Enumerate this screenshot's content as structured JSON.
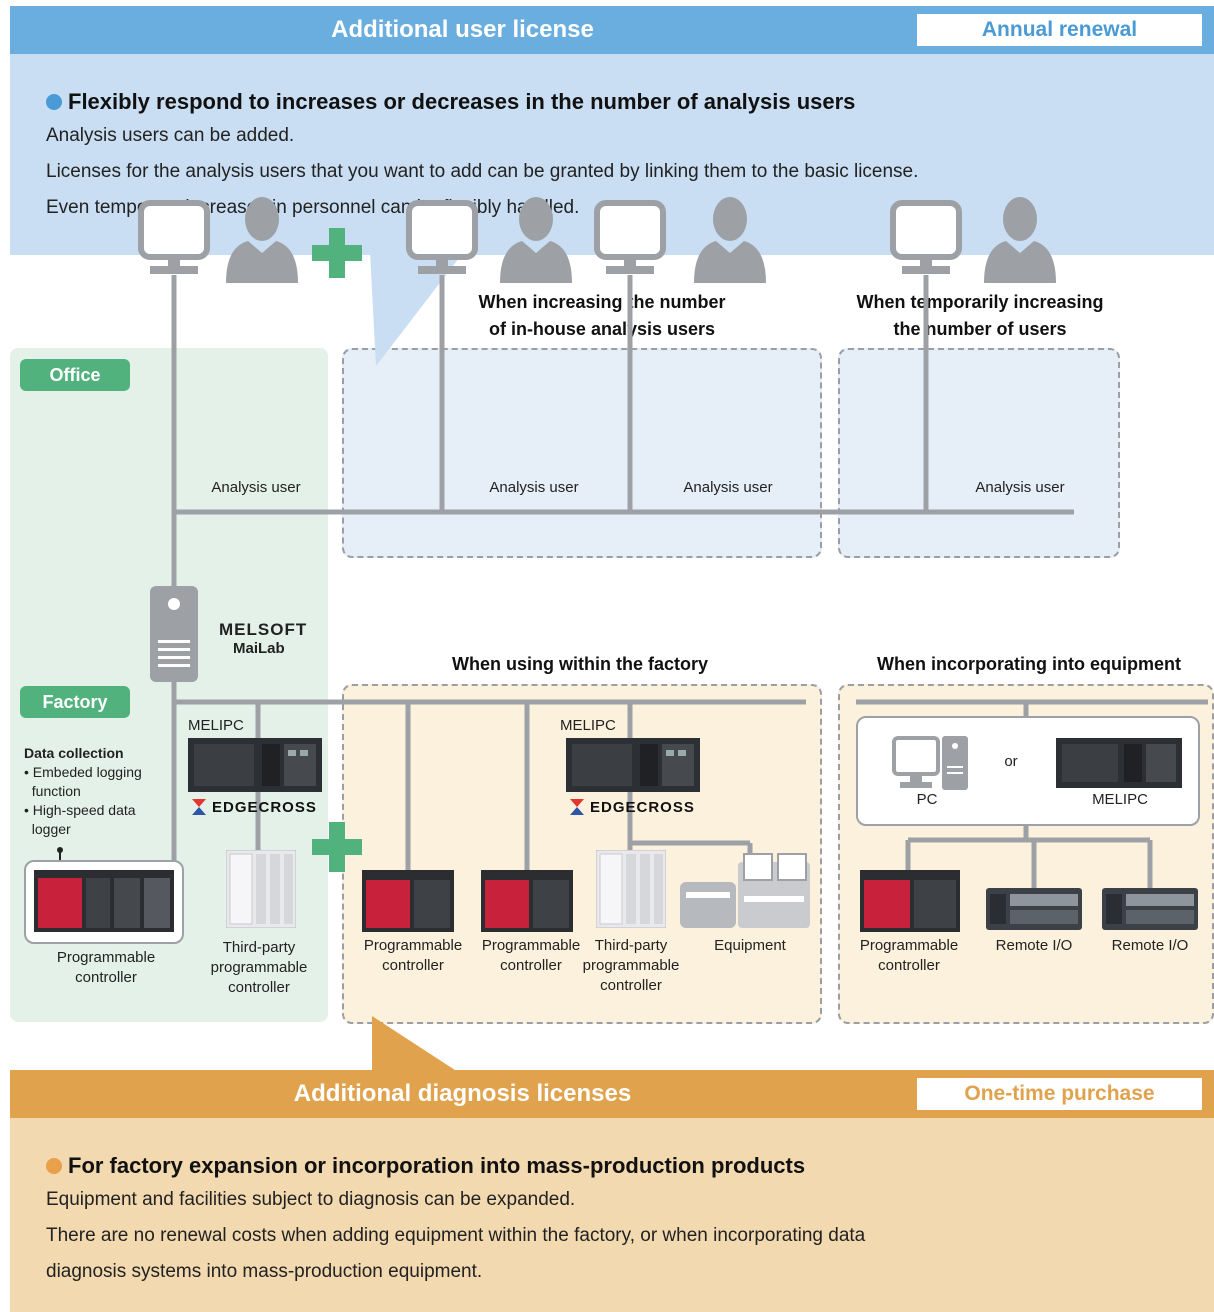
{
  "user_license": {
    "title": "Additional user license",
    "tag": "Annual renewal",
    "heading": "Flexibly respond to increases or decreases in the number of analysis users",
    "lines": [
      "Analysis users can be added.",
      "Licenses for the analysis users that you want to add can be granted by linking them to the basic license.",
      "Even temporary increases in personnel can be flexibly handled."
    ],
    "colors": {
      "header": "#6aaee0",
      "panel": "#c9def2",
      "tag_text": "#4a9ad6",
      "bullet": "#4a9ad6"
    }
  },
  "diagram": {
    "office_label": "Office",
    "factory_label": "Factory",
    "in_house_title": "When increasing the number\nof in-house analysis users",
    "temporary_title": "When temporarily increasing\nthe number of users",
    "within_factory_title": "When using within the factory",
    "into_equipment_title": "When incorporating into equipment",
    "analysis_user": "Analysis user",
    "melsoft_line1": "MELSOFT",
    "melsoft_line2": "MaiLab",
    "melipc": "MELIPC",
    "edgecross": "EDGECROSS",
    "data_collection_title": "Data collection",
    "data_collection_items": [
      "• Embeded logging\n  function",
      "• High-speed data\n  logger"
    ],
    "programmable_controller": "Programmable\ncontroller",
    "third_party_controller": "Third-party\nprogrammable\ncontroller",
    "equipment": "Equipment",
    "pc": "PC",
    "or": "or",
    "remote_io": "Remote I/O",
    "colors": {
      "office_bg": "#e4f1e9",
      "green": "#52b27e",
      "blue_area": "#e6eef8",
      "orange_area": "#fcf1dc",
      "line": "#9da1a6"
    }
  },
  "diagnosis_license": {
    "title": "Additional diagnosis licenses",
    "tag": "One-time purchase",
    "heading": "For factory expansion or incorporation into mass-production products",
    "lines": [
      "Equipment and facilities subject to diagnosis can be expanded.",
      "There are no renewal costs when adding equipment within the factory, or when incorporating data",
      "diagnosis systems into mass-production equipment."
    ],
    "colors": {
      "header": "#e1a24e",
      "panel": "#f2d9b0",
      "tag_text": "#e1a24e",
      "bullet": "#e8a04a"
    }
  }
}
